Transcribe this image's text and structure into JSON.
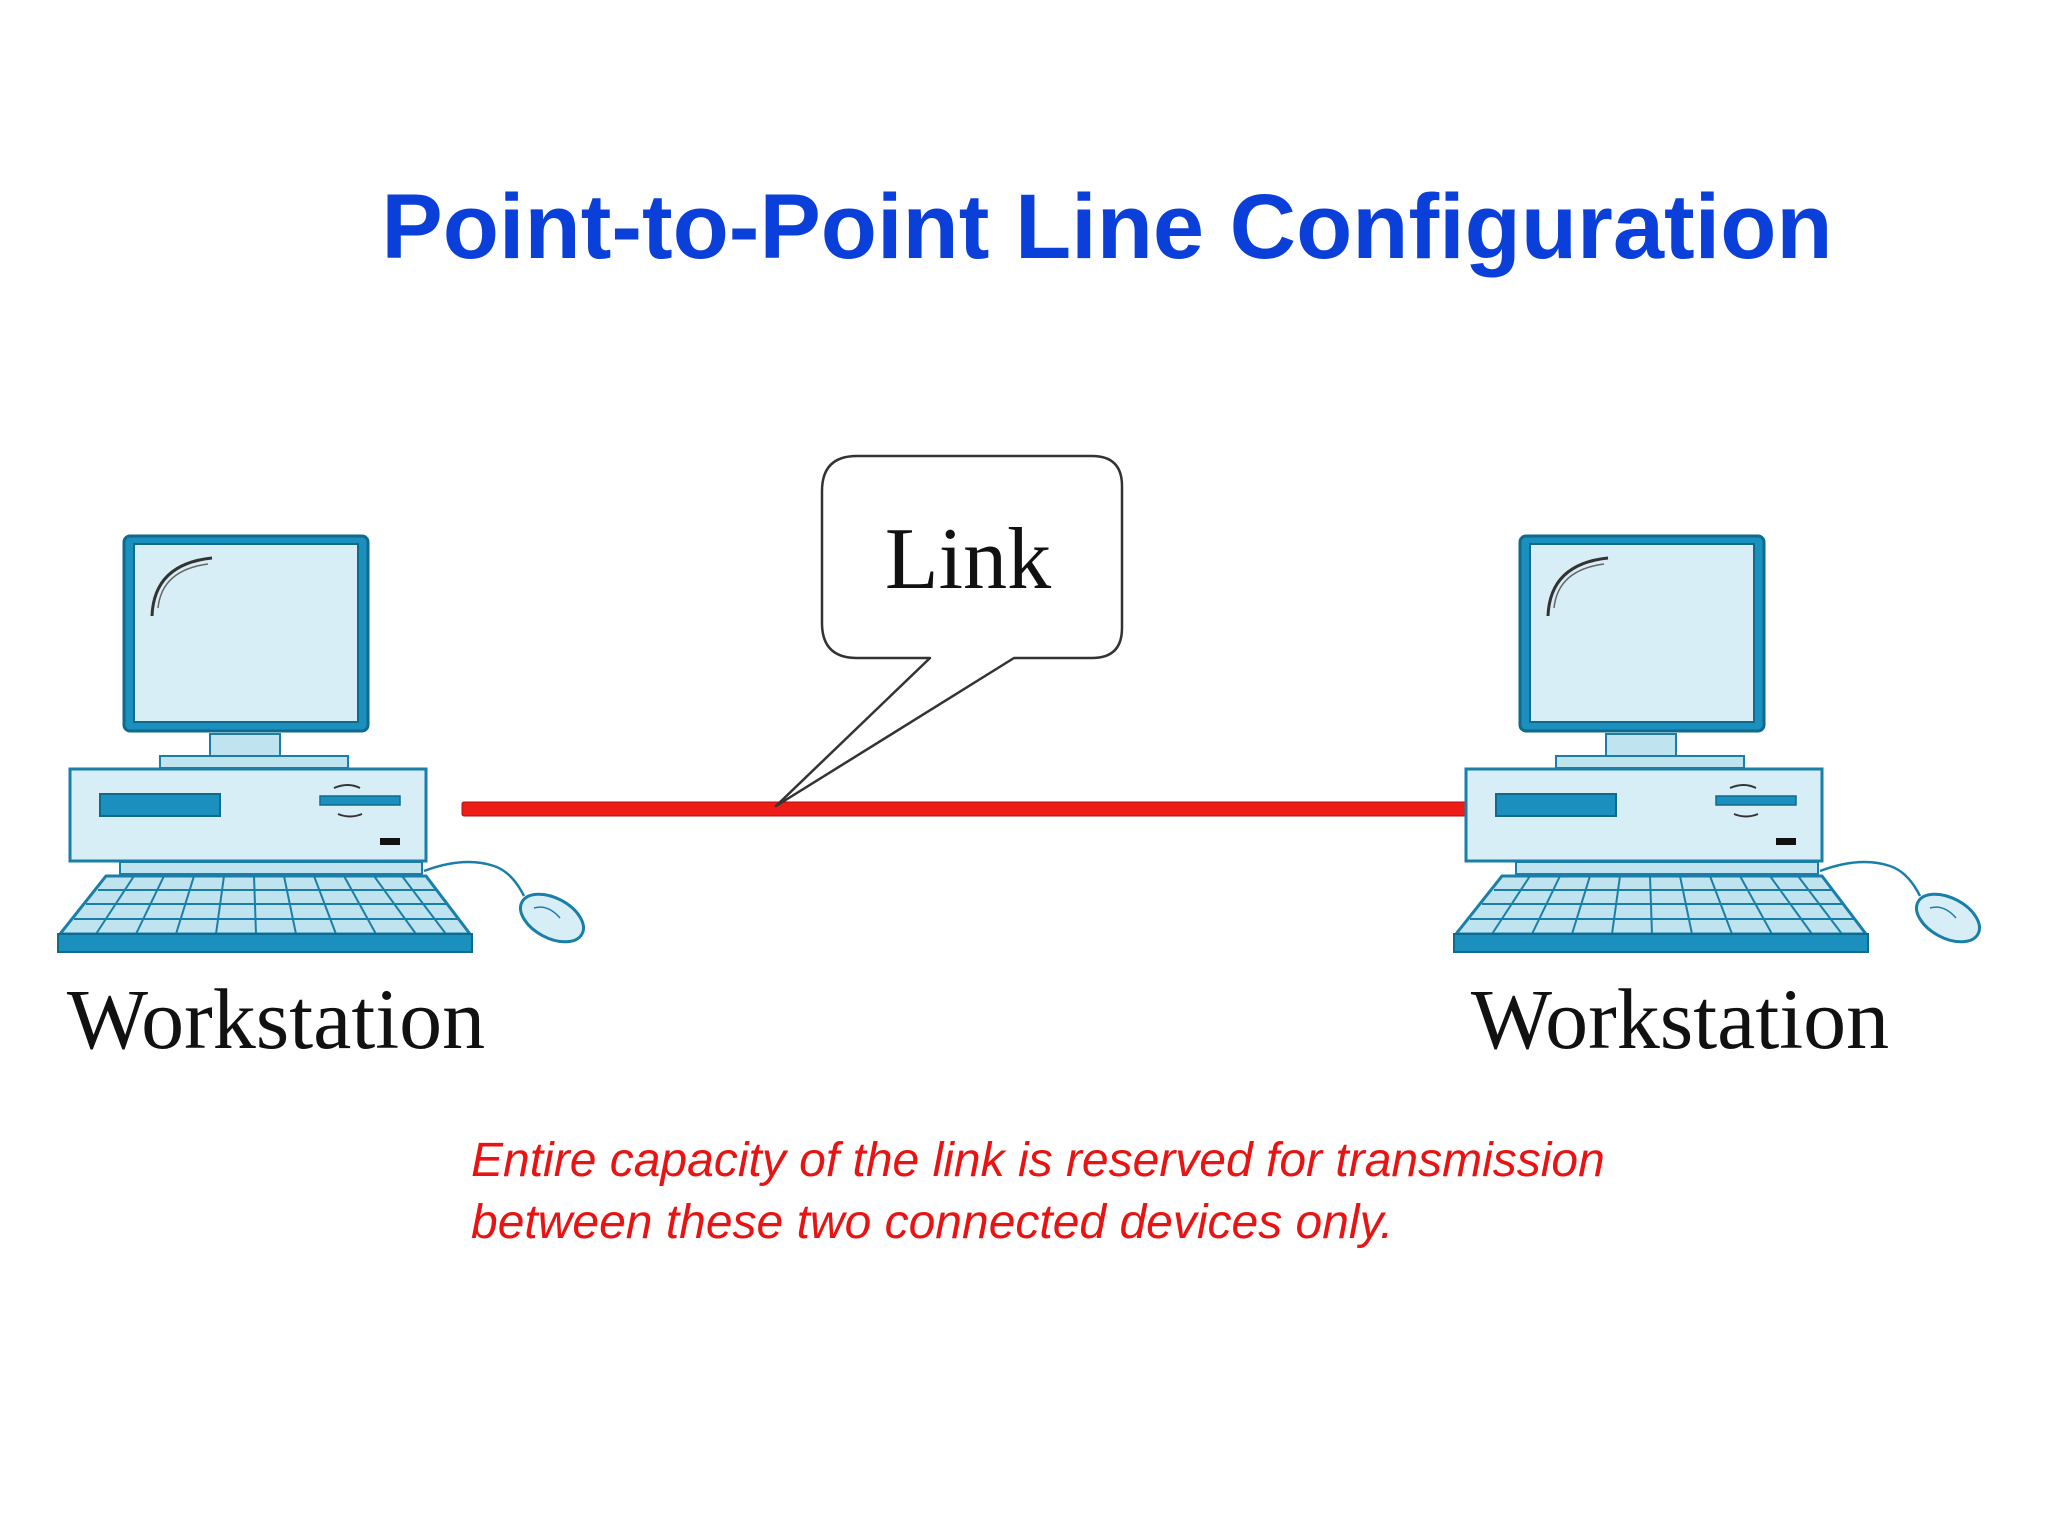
{
  "title": "Point-to-Point Line Configuration",
  "link_label": "Link",
  "workstations": [
    {
      "label": "Workstation"
    },
    {
      "label": "Workstation"
    }
  ],
  "caption": {
    "lines": [
      "Entire capacity of the link is reserved for transmission",
      "between these two connected devices only."
    ]
  },
  "colors": {
    "title": "#0b3fd9",
    "link_line": "#ee1c16",
    "caption": "#e81313",
    "computer_body": "#d7eef6",
    "computer_outline": "#1a7fa8",
    "computer_accent": "#1b8fbd"
  }
}
